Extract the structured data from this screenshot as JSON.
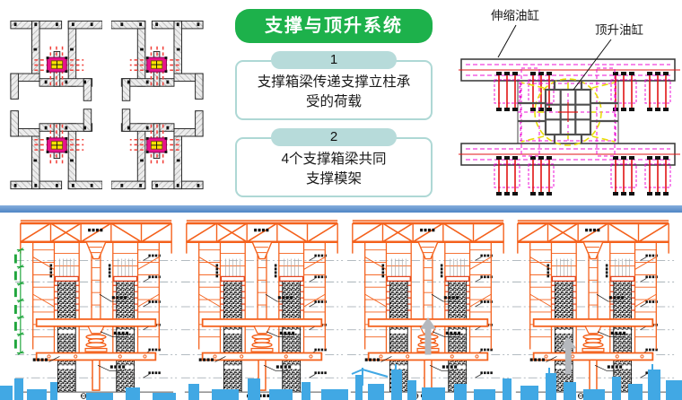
{
  "header": {
    "title": "支撑与顶升系统"
  },
  "steps": [
    {
      "num": "1",
      "text": "支撑箱梁传递支撑立柱承\n受的荷载"
    },
    {
      "num": "2",
      "text": "4个支撑箱梁共同\n支撑模架"
    }
  ],
  "plan": {
    "label_left": "伸缩油缸",
    "label_right": "顶升油缸"
  },
  "colors": {
    "header_green": "#1db14b",
    "step_teal": "#b7dbda",
    "step_border_teal": "#aed8d5",
    "divider_blue": "#5b8fc8",
    "drawing_orange": "#f4611c",
    "skyline_blue": "#41a8e4",
    "cad_magenta": "#ec0fd4",
    "cad_yellow": "#e8de0a",
    "cad_red": "#e11414",
    "dim_green": "#21a63e"
  }
}
